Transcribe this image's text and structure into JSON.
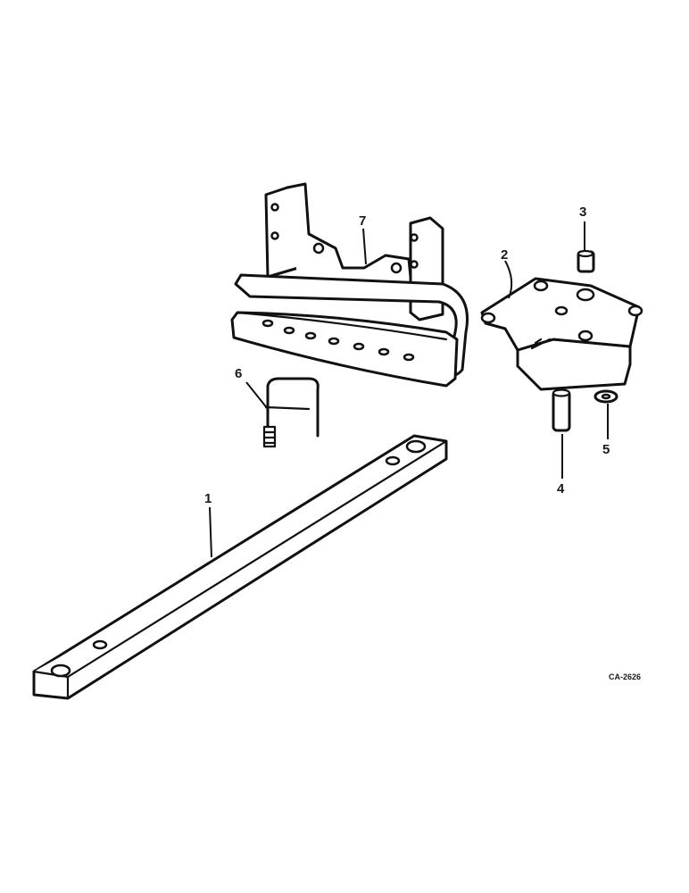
{
  "diagram": {
    "figure_id": "CA-2626",
    "callouts": [
      {
        "part": "drawbar",
        "label": "1"
      },
      {
        "part": "hitch-plate",
        "label": "2"
      },
      {
        "part": "small-pin",
        "label": "3"
      },
      {
        "part": "hitch-pin",
        "label": "4"
      },
      {
        "part": "washer",
        "label": "5"
      },
      {
        "part": "u-bolt",
        "label": "6"
      },
      {
        "part": "drawbar-support",
        "label": "7"
      }
    ]
  }
}
